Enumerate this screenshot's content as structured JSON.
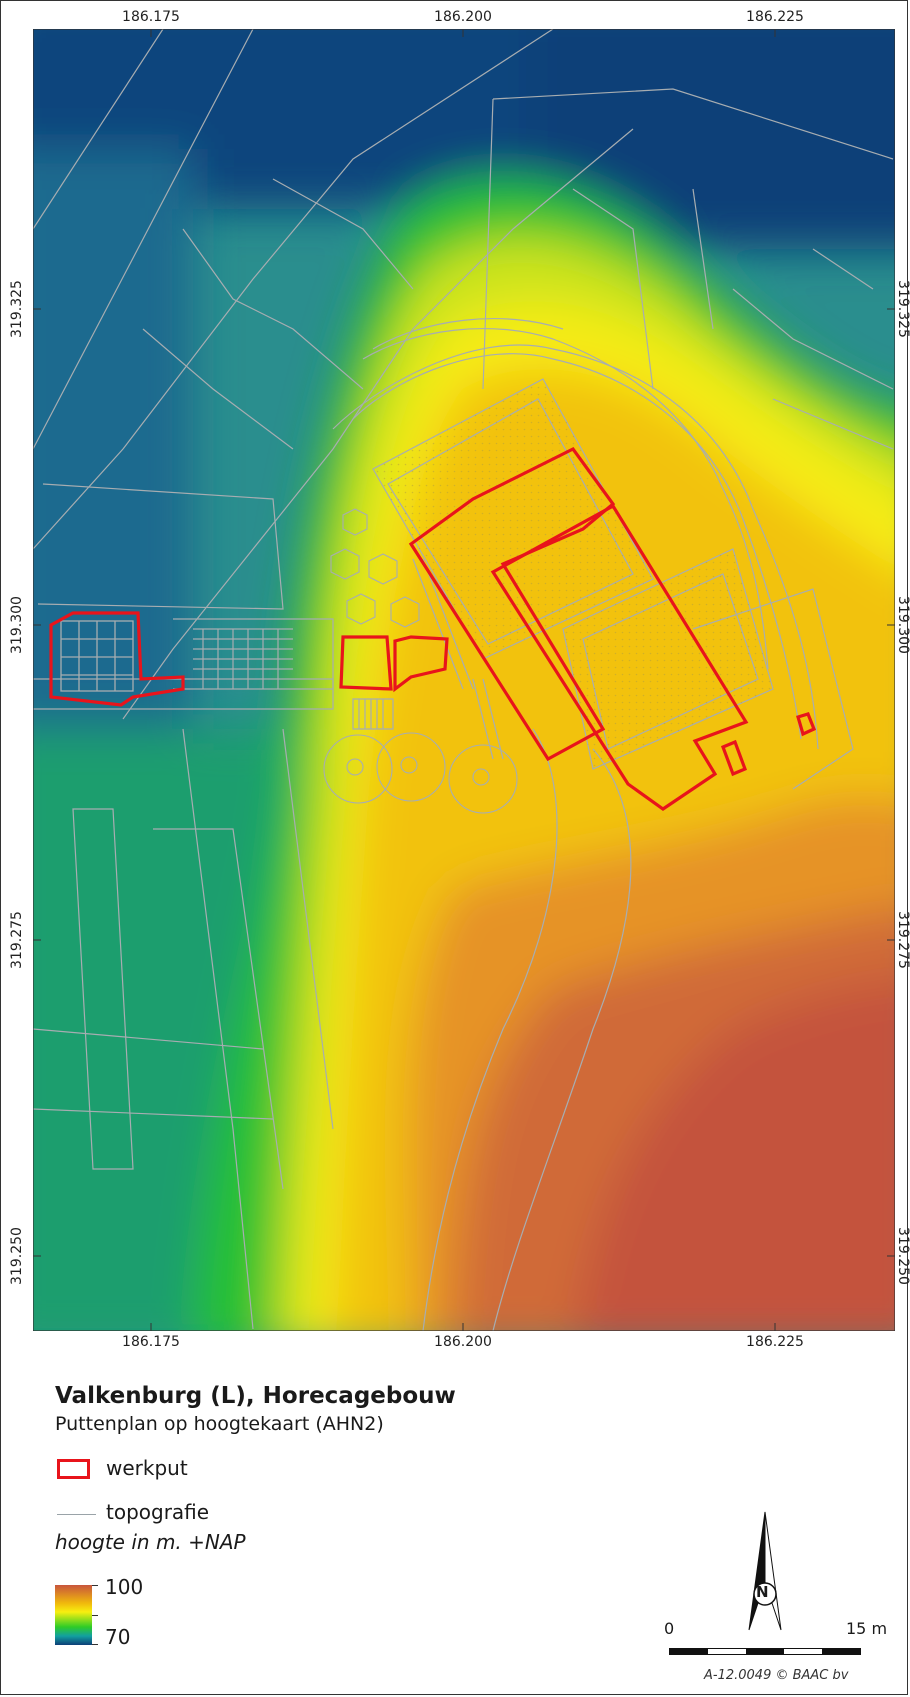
{
  "map": {
    "x_ticks": [
      "186.175",
      "186.200",
      "186.225"
    ],
    "y_ticks": [
      "319.325",
      "319.300",
      "319.275",
      "319.250"
    ]
  },
  "title": "Valkenburg (L), Horecagebouw",
  "subtitle": "Puttenplan op hoogtekaart (AHN2)",
  "legend": {
    "werkput": "werkput",
    "topografie": "topografie",
    "hoogte_title": "hoogte in m. +NAP",
    "hoogte_max": "100",
    "hoogte_min": "70"
  },
  "north_arrow": {
    "label": "N"
  },
  "scale_bar": {
    "start": "0",
    "end": "15 m"
  },
  "credit": "A-12.0049 © BAAC bv",
  "colors": {
    "werkput": "#e8141b",
    "topografie": "#9aa3a8",
    "ramp_high": "#c8553c",
    "ramp_mid_high": "#f0b80c",
    "ramp_mid": "#f7ef10",
    "ramp_mid_low": "#2ecc27",
    "ramp_low": "#0e3f78"
  }
}
